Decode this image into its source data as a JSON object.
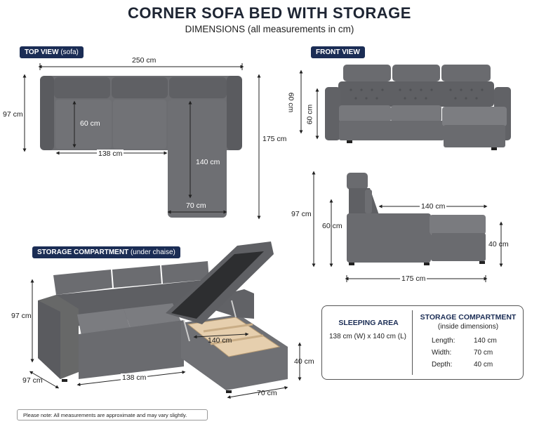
{
  "header": {
    "title": "CORNER SOFA BED WITH STORAGE",
    "subtitle": "DIMENSIONS (all measurements in cm)"
  },
  "top_view": {
    "tag": "TOP VIEW",
    "tag_note": "(sofa)",
    "dims": {
      "width": "250 cm",
      "depth": "97 cm",
      "seat_depth": "60 cm",
      "seat_width": "138 cm",
      "chaise_length": "140 cm",
      "total_length": "175 cm",
      "chaise_width": "70 cm"
    }
  },
  "front_view": {
    "tag": "FRONT VIEW",
    "dims": {
      "height": "60 cm",
      "seat_height": "60 cm"
    }
  },
  "side_view": {
    "dims": {
      "height": "97 cm",
      "seat_height": "60 cm",
      "chaise_length": "140 cm",
      "chaise_height": "40 cm",
      "total_length": "175 cm"
    }
  },
  "storage_view": {
    "tag": "STORAGE COMPARTMENT",
    "tag_note": "(under chaise)",
    "dims": {
      "height": "97 cm",
      "depth": "97 cm",
      "seat_width": "138 cm",
      "storage_length": "140 cm",
      "storage_height": "40 cm",
      "chaise_width": "70 cm"
    }
  },
  "info_box": {
    "sleeping": {
      "heading": "SLEEPING AREA",
      "text": "138 cm (W) x 140 cm (L)"
    },
    "storage": {
      "heading": "STORAGE COMPARTMENT",
      "subheading": "(inside dimensions)",
      "rows": [
        {
          "label": "Length:",
          "value": "140 cm"
        },
        {
          "label": "Width:",
          "value": "70 cm"
        },
        {
          "label": "Depth:",
          "value": "40 cm"
        }
      ]
    }
  },
  "footer": {
    "note": "Please note: All measurements are approximate and may vary slightly."
  },
  "colors": {
    "fabric": "#6d6e72",
    "fabric_dark": "#55565a",
    "navy": "#1b2d55",
    "wood": "#e8d2b0"
  }
}
